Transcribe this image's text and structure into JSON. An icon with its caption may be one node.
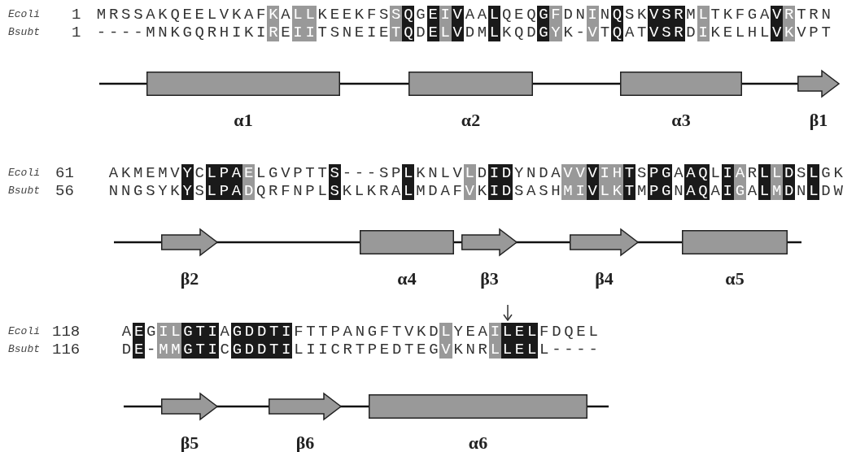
{
  "diagram": {
    "nodes": [
      {
        "text": [
          "α1"
        ]
      },
      {
        "text": [
          "α2"
        ]
      },
      {
        "text": [
          "α3"
        ]
      },
      {
        "text": [
          "β1"
        ]
      },
      {
        "text": [
          "β2"
        ]
      },
      {
        "text": [
          "α4"
        ]
      },
      {
        "text": [
          "β3"
        ]
      },
      {
        "text": [
          "β4"
        ]
      },
      {
        "text": [
          "α5"
        ]
      },
      {
        "text": [
          "β5"
        ]
      },
      {
        "text": [
          "β6"
        ]
      },
      {
        "text": [
          "α6"
        ]
      }
    ],
    "labels": [
      "Ecoli",
      "1",
      "MRSSAKQEELVKAFKALLKEEKFSSQGEIVAALQEQGFDNINQSKVSRMLTKFGAVRTRN",
      "Bsubt",
      "1",
      "----MNKGQRHIKIREIITSNEIETQDELVDMLKQDGYK-VTQATVSRDIKELHLVKVPT",
      "Ecoli",
      "61",
      "AKMEMVYCLPAELGVPTTS---SPLKNLVLDIDYNDAVVVIHTSPGAAQLIARLLDSLGK",
      "Bsubt",
      "56",
      "NNGSYKYSLPADQRFNPLSKLKRALMDAFVKIDSASHMIVLKTMPGNAQAIGALMDNLDW",
      "Ecoli",
      "118",
      "AEGILGTIAGDDTIFTTPANGFTVKDLYEAILELFDQEL",
      "Bsubt",
      "116",
      "DE-MMGTICGDDTILIICRTPEDTEGVKNRLLELL----"
    ]
  }
}
